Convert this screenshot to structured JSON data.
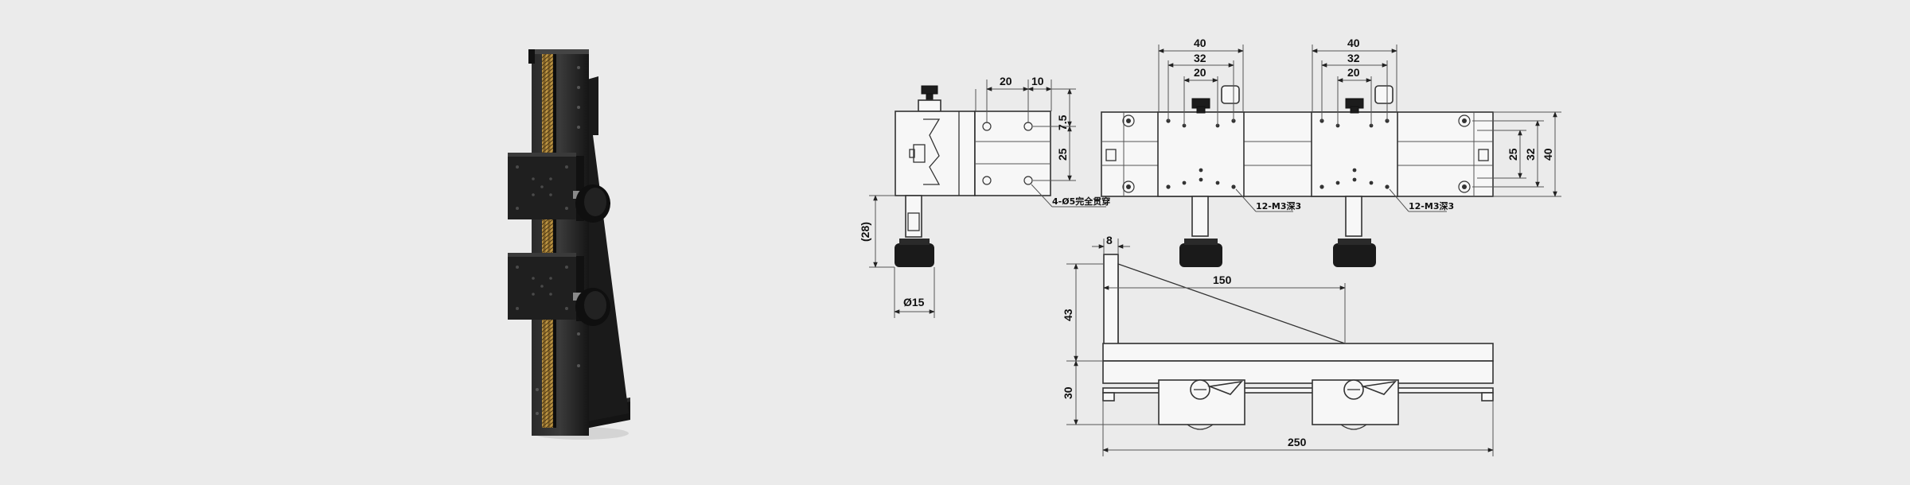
{
  "colors": {
    "background": "#ebebeb",
    "body": "#1e1e1e",
    "brass": "#b08a3a",
    "line": "#333333"
  },
  "dimensions": {
    "side_top_20": "20",
    "side_top_10": "10",
    "side_7_5": "7.5",
    "side_25": "25",
    "side_28": "(28)",
    "side_diam15": "Ø15",
    "side_hole_note": "4-Ø5完全贯穿",
    "top_40_a": "40",
    "top_32_a": "32",
    "top_20_a": "20",
    "top_40_b": "40",
    "top_32_b": "32",
    "top_20_b": "20",
    "top_hole_note_a": "12-M3深3",
    "top_hole_note_b": "12-M3深3",
    "right_25": "25",
    "right_32": "32",
    "right_40": "40",
    "front_8": "8",
    "front_150": "150",
    "front_43": "43",
    "front_30": "30",
    "front_250": "250"
  }
}
